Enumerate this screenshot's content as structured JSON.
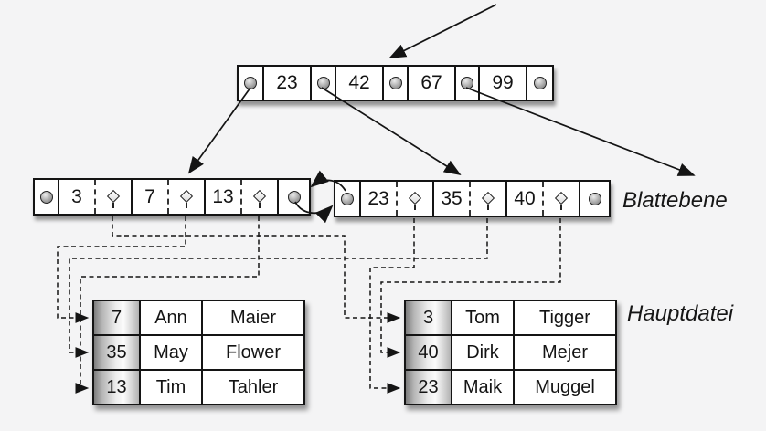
{
  "diagram": {
    "type": "b-plus-tree-index",
    "labels": {
      "leaf_level": "Blattebene",
      "main_file": "Hauptdatei"
    },
    "root_node": {
      "keys": [
        "23",
        "42",
        "67",
        "99"
      ]
    },
    "leaf_nodes": {
      "left": {
        "keys": [
          "3",
          "7",
          "13"
        ]
      },
      "right": {
        "keys": [
          "23",
          "35",
          "40"
        ]
      }
    },
    "tables": {
      "left": {
        "rows": [
          {
            "key": "7",
            "first": "Ann",
            "last": "Maier"
          },
          {
            "key": "35",
            "first": "May",
            "last": "Flower"
          },
          {
            "key": "13",
            "first": "Tim",
            "last": "Tahler"
          }
        ]
      },
      "right": {
        "rows": [
          {
            "key": "3",
            "first": "Tom",
            "last": "Tigger"
          },
          {
            "key": "40",
            "first": "Dirk",
            "last": "Mejer"
          },
          {
            "key": "23",
            "first": "Maik",
            "last": "Muggel"
          }
        ]
      }
    },
    "icons": {
      "pointer": "pointer-circle-icon",
      "record_reference": "record-diamond-icon"
    },
    "style": {
      "background": "#f4f4f5",
      "line_color": "#141414",
      "box_fill": "#ffffff",
      "key_column_gradient": [
        "#7d7d7d",
        "#fbfbfb",
        "#b2b2b2"
      ]
    }
  }
}
